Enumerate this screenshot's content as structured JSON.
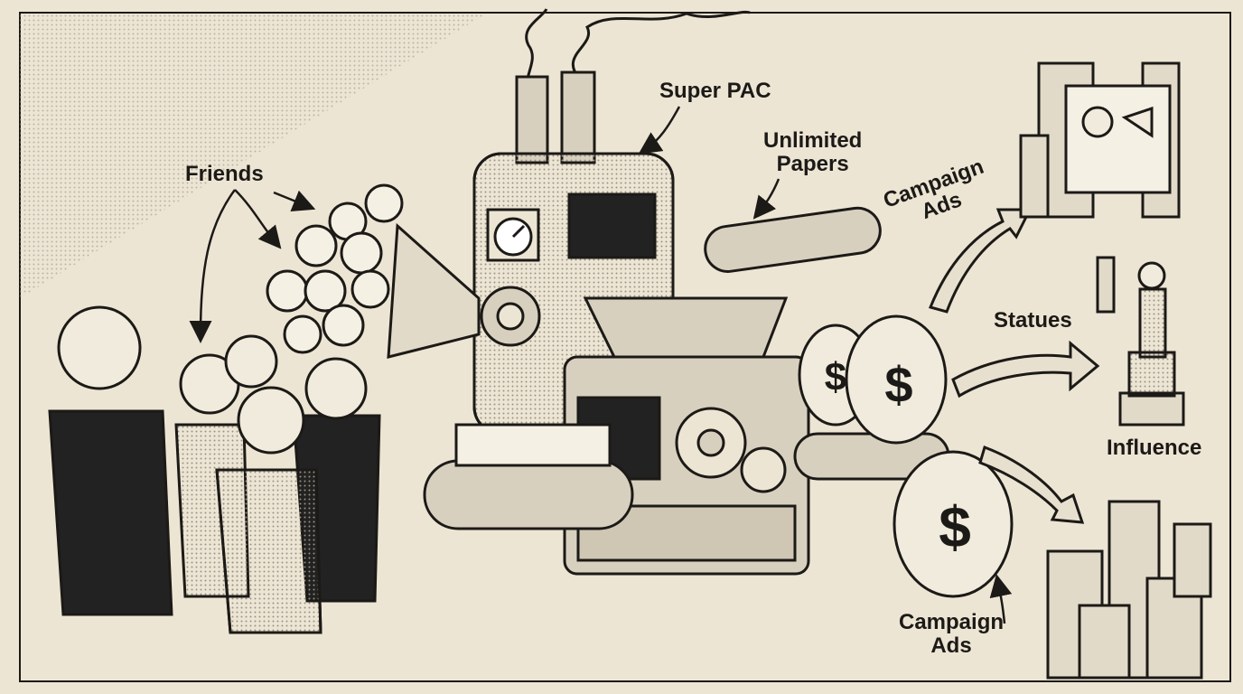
{
  "labels": {
    "friends": "Friends",
    "super_pac": "Super PAC",
    "unlimited_papers": "Unlimited\nPapers",
    "campaign_ads_top": "Campaign\nAds",
    "statues": "Statues",
    "influence": "Influence",
    "campaign_ads_bottom": "Campaign\nAds",
    "dollar_sign": "$"
  },
  "colors": {
    "paper": "#ede5d4",
    "ink": "#1c1a17",
    "shade": "#cfc6b4"
  }
}
